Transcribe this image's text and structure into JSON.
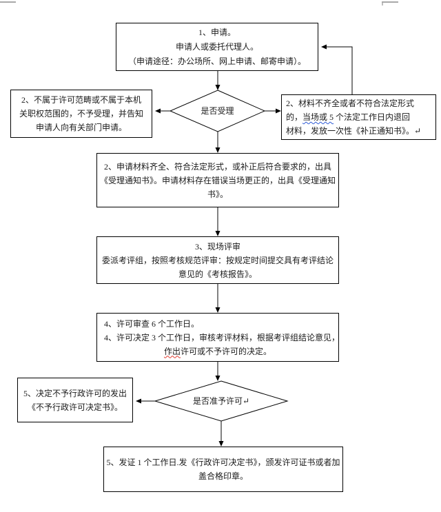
{
  "colors": {
    "line": "#000000",
    "text": "#1a1a1a",
    "corner_mark": "#a8a8a8",
    "spellcheck_blue": "#2e5bd7",
    "spellcheck_red": "#e0392e"
  },
  "flowchart": {
    "box_apply": {
      "lines": [
        "1、申请。",
        "申请人或委托代理人。",
        "（申请途径：办公场所、网上申请、邮寄申请）。"
      ]
    },
    "diamond_accept": {
      "label": "是否受理"
    },
    "box_reject_scope": {
      "lines": [
        "2、不属于许可范畴或不属于本机",
        "关职权范围的，不予受理，并告知",
        "申请人向有关部门申请。"
      ]
    },
    "box_incomplete": {
      "line1": "2、材料不齐全或者不符合法定形式",
      "line2_pre": "的，",
      "line2_wavy": "当场或 5",
      "line2_post": " 个法定工作日内退回",
      "line3": "材料，发放一次性《补正通知书》。↵"
    },
    "box_accept": {
      "lines": [
        "2、申请材料齐全、符合法定形式，或补正后符合要求的，出具",
        "《受理通知书》。申请材料存在错误当场更正的，出具《受理通知",
        "书》。"
      ]
    },
    "box_review": {
      "lines": [
        "3、现场评审",
        "委派考评组，按照考核规范评审：按规定时间提交具有考评结论",
        "意见的《考核报告》。"
      ]
    },
    "box_decision": {
      "line1": "4、许可审查 6 个工作日。",
      "line2": "4、许可决定 3 个工作日，审核考评材料，根据考评组结论意见，",
      "line3_wavy": "作出",
      "line3_post": "许可或不予许可的决定。"
    },
    "diamond_grant": {
      "label": "是否准予许可↵"
    },
    "box_deny": {
      "lines": [
        "5、决定不予行政许可的发出",
        "《不予行政许可决定书》。"
      ]
    },
    "box_issue": {
      "lines": [
        "5、发证 1 个工作日.发《行政许可决定书》，颁发许可证书或者加",
        "盖合格印章。"
      ]
    }
  }
}
